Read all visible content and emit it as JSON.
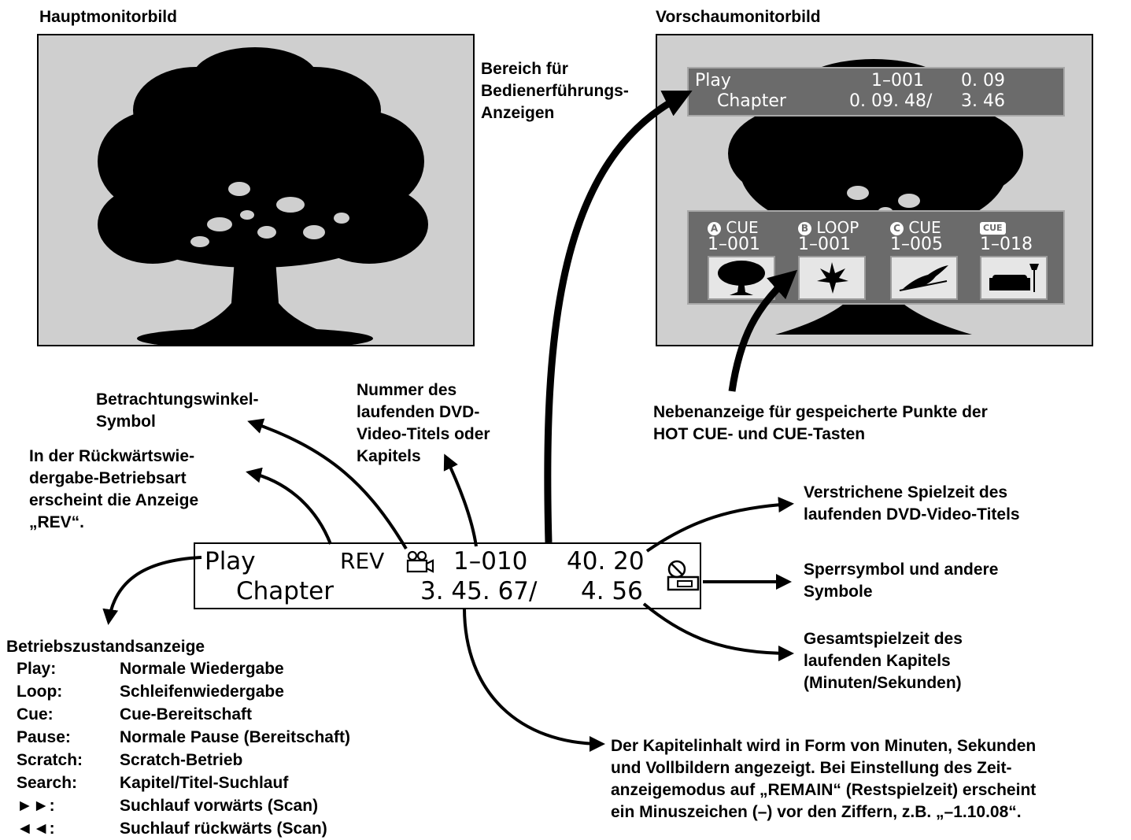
{
  "titles": {
    "main_monitor": "Hauptmonitorbild",
    "preview_monitor": "Vorschaumonitorbild"
  },
  "lcd": {
    "status": "Play",
    "rev": "REV",
    "title_number": "1–010",
    "elapsed": "40. 20",
    "mode": "Chapter",
    "chapter_time": "3. 45. 67/",
    "total": "4. 56"
  },
  "preview_osd": {
    "status": "Play",
    "title_number": "1–001",
    "elapsed": "0. 09",
    "mode": "Chapter",
    "chapter_time": "0. 09. 48/",
    "total": "3. 46",
    "cues": [
      {
        "badge": "A",
        "label": "CUE",
        "number": "1–001"
      },
      {
        "badge": "B",
        "label": "LOOP",
        "number": "1–001"
      },
      {
        "badge": "C",
        "label": "CUE",
        "number": "1–005"
      },
      {
        "badge": "CUE",
        "label": "",
        "number": "1–018"
      }
    ]
  },
  "labels": {
    "guide_area": "Bereich für\nBedienerführungs-\nAnzeigen",
    "angle": "Betrachtungswinkel-\nSymbol",
    "rev": "In der Rückwärtswie-\ndergabe-Betriebsart\nerscheint die Anzeige\n„REV“.",
    "title_number": "Nummer des\nlaufenden DVD-\nVideo-Titels oder\nKapitels",
    "sub_display": "Nebenanzeige für gespeicherte Punkte der\nHOT CUE- und CUE-Tasten",
    "elapsed": "Verstrichene Spielzeit des\nlaufenden DVD-Video-Titels",
    "lock": "Sperrsymbol und andere\nSymbole",
    "total": "Gesamtspielzeit des\nlaufenden Kapitels\n(Minuten/Sekunden)",
    "chapter_content": "Der Kapitelinhalt wird in Form von Minuten, Sekunden\nund Vollbildern angezeigt. Bei Einstellung des Zeit-\nanzeigemodus auf „REMAIN“ (Restspielzeit) erscheint\nein Minuszeichen (–) vor den Ziffern, z.B. „–1.10.08“."
  },
  "legend": {
    "heading": "Betriebszustandsanzeige",
    "items": [
      {
        "key": "Play:",
        "value": "Normale Wiedergabe"
      },
      {
        "key": "Loop:",
        "value": "Schleifenwiedergabe"
      },
      {
        "key": "Cue:",
        "value": "Cue-Bereitschaft"
      },
      {
        "key": "Pause:",
        "value": "Normale Pause (Bereitschaft)"
      },
      {
        "key": "Scratch:",
        "value": "Scratch-Betrieb"
      },
      {
        "key": "Search:",
        "value": "Kapitel/Titel-Suchlauf"
      },
      {
        "key": "►►:",
        "value": "Suchlauf vorwärts (Scan)"
      },
      {
        "key": "◄◄:",
        "value": "Suchlauf rückwärts (Scan)"
      }
    ]
  },
  "icons": [
    "tree-icon",
    "camera-angle-icon",
    "lock-icon",
    "leaf-icon",
    "toucan-icon",
    "sofa-icon"
  ]
}
